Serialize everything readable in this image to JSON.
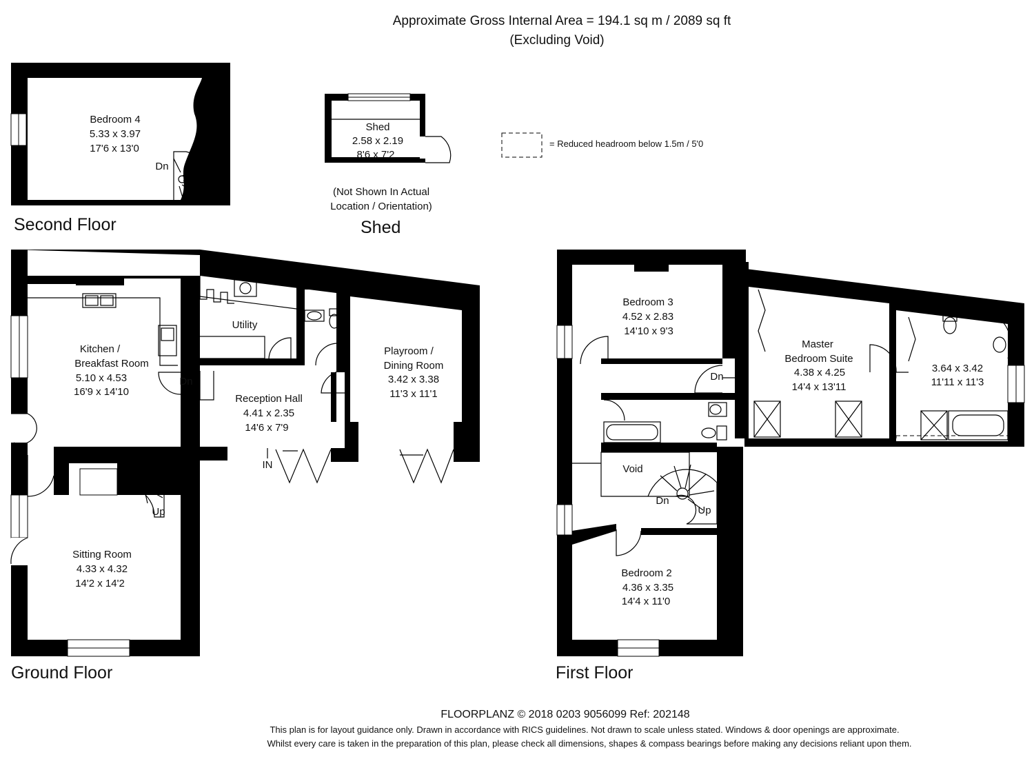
{
  "header": {
    "area_line": "Approximate Gross Internal Area = 194.1 sq m / 2089 sq ft",
    "excluding_line": "(Excluding Void)"
  },
  "legend": {
    "text": "= Reduced headroom below 1.5m / 5'0"
  },
  "floors": {
    "second": "Second Floor",
    "ground": "Ground Floor",
    "first": "First Floor",
    "shed": "Shed"
  },
  "shed_note": {
    "line1": "(Not Shown In Actual",
    "line2": "Location / Orientation)"
  },
  "rooms": {
    "bedroom4": {
      "name": "Bedroom 4",
      "metric": "5.33 x 3.97",
      "imperial": "17'6 x 13'0"
    },
    "shed": {
      "name": "Shed",
      "metric": "2.58 x 2.19",
      "imperial": "8'6 x 7'2"
    },
    "kitchen": {
      "name1": "Kitchen /",
      "name2": "Breakfast Room",
      "metric": "5.10 x 4.53",
      "imperial": "16'9 x 14'10"
    },
    "utility": {
      "name": "Utility"
    },
    "reception": {
      "name": "Reception Hall",
      "metric": "4.41 x 2.35",
      "imperial": "14'6 x 7'9"
    },
    "playroom": {
      "name1": "Playroom /",
      "name2": "Dining Room",
      "metric": "3.42 x 3.38",
      "imperial": "11'3 x 11'1"
    },
    "sitting": {
      "name": "Sitting Room",
      "metric": "4.33 x 4.32",
      "imperial": "14'2 x 14'2"
    },
    "bedroom3": {
      "name": "Bedroom 3",
      "metric": "4.52 x 2.83",
      "imperial": "14'10 x 9'3"
    },
    "master": {
      "name1": "Master",
      "name2": "Bedroom Suite",
      "metric": "4.38 x 4.25",
      "imperial": "14'4 x 13'11"
    },
    "ensuite": {
      "metric": "3.64 x 3.42",
      "imperial": "11'11 x 11'3"
    },
    "void": {
      "name": "Void"
    },
    "bedroom2": {
      "name": "Bedroom 2",
      "metric": "4.36 x 3.35",
      "imperial": "14'4 x 11'0"
    }
  },
  "markers": {
    "dn": "Dn",
    "up": "Up",
    "in": "IN"
  },
  "footer": {
    "brand": "FLOORPLANZ © 2018   0203 9056099   Ref: 202148",
    "line1": "This plan is for layout guidance only. Drawn in accordance with RICS guidelines. Not drawn to scale unless stated. Windows & door openings are approximate.",
    "line2": "Whilst every care is taken in the preparation of this plan, please check all dimensions, shapes & compass bearings before making any decisions reliant upon them."
  }
}
